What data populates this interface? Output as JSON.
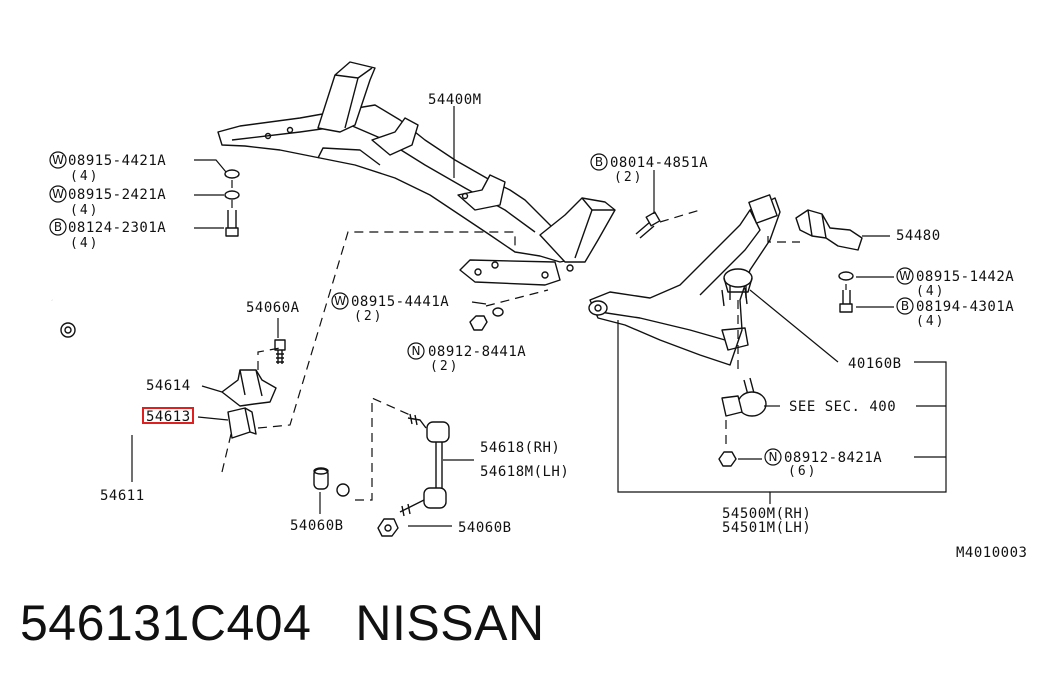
{
  "callouts": {
    "crossmember": "54400M",
    "washer_a": {
      "sym": "W",
      "part": "08915-4421A",
      "qty": "(4)"
    },
    "washer_b": {
      "sym": "W",
      "part": "08915-2421A",
      "qty": "(4)"
    },
    "bolt_a": {
      "sym": "B",
      "part": "08124-2301A",
      "qty": "(4)"
    },
    "bolt_b": {
      "sym": "B",
      "part": "08014-4851A",
      "qty": "(2)"
    },
    "bracket": "54480",
    "washer_c": {
      "sym": "W",
      "part": "08915-1442A",
      "qty": "(4)"
    },
    "bolt_c": {
      "sym": "B",
      "part": "08194-4301A",
      "qty": "(4)"
    },
    "washer_d": {
      "sym": "W",
      "part": "08915-4441A",
      "qty": "(2)"
    },
    "nut_a": {
      "sym": "N",
      "part": "08912-8441A",
      "qty": "(2)"
    },
    "clamp_bolt": "54060A",
    "clamp": "54614",
    "bushing": "54613",
    "stabilizer": "54611",
    "bushing_b_left": "54060B",
    "connecting_rod_rh": "54618(RH)",
    "connecting_rod_lh": "54618M(LH)",
    "bushing_b_right": "54060B",
    "ball_joint": "40160B",
    "see_sec": "SEE SEC. 400",
    "nut_b": {
      "sym": "N",
      "part": "08912-8421A",
      "qty": "(6)"
    },
    "link_rh": "54500M(RH)",
    "link_lh": "54501M(LH)",
    "drawing_code": "M4010003"
  },
  "footer": {
    "part_number": "546131C404",
    "brand": "NISSAN"
  },
  "colors": {
    "highlight": "#e02020",
    "ink": "#111111"
  }
}
